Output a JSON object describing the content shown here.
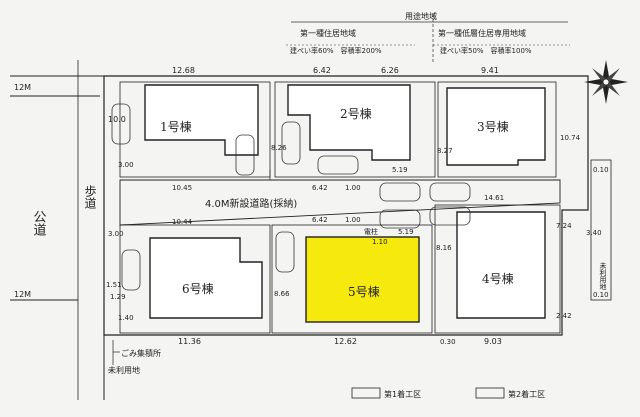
{
  "zoning": {
    "title": "用途地域",
    "zone1_name": "第一種住居地域",
    "zone1_ratio": "建ぺい率60%　容積率200%",
    "zone2_name": "第一種低層住居専用地域",
    "zone2_ratio": "建ぺい率50%　容積率100%"
  },
  "roads": {
    "public_road": "公道",
    "sidewalk": "歩道",
    "public_width_top": "12M",
    "public_width_bottom": "12M",
    "new_road": "4.0M新設道路(採納)"
  },
  "houses": [
    {
      "id": "1",
      "label": "1号棟"
    },
    {
      "id": "2",
      "label": "2号棟"
    },
    {
      "id": "3",
      "label": "3号棟"
    },
    {
      "id": "4",
      "label": "4号棟"
    },
    {
      "id": "5",
      "label": "5号棟",
      "highlight_color": "#f5e90d"
    },
    {
      "id": "6",
      "label": "6号棟"
    }
  ],
  "dimensions": {
    "top1": "12.68",
    "top2": "6.42",
    "top3": "6.26",
    "top4": "9.41",
    "left1": "10.0",
    "d826": "8.26",
    "d827": "8.27",
    "d1074": "10.74",
    "d300a": "3.00",
    "d300b": "3.00",
    "d1045": "10.45",
    "d642a": "6.42",
    "d100a": "1.00",
    "d519a": "5.19",
    "d1461": "14.61",
    "d1044": "10.44",
    "d642b": "6.42",
    "d100b": "1.00",
    "d519b": "5.19",
    "d110": "1.10",
    "d816": "8.16",
    "d866": "8.66",
    "d151": "1.51",
    "d129": "1.29",
    "d140": "1.40",
    "d1136": "11.36",
    "d1262": "12.62",
    "d030": "0.30",
    "d903": "9.03",
    "d242": "2.42",
    "d724": "7.24",
    "d340": "3.40",
    "d010a": "0.10",
    "d010b": "0.10"
  },
  "labels": {
    "denchu": "電柱",
    "garbage": "ごみ集積所",
    "unused_land_a": "未利用地",
    "unused_land_b": "未利用地"
  },
  "legend": {
    "item1": "第1着工区",
    "item2": "第2着工区"
  },
  "colors": {
    "highlight": "#f5e90d",
    "line": "#222222"
  }
}
